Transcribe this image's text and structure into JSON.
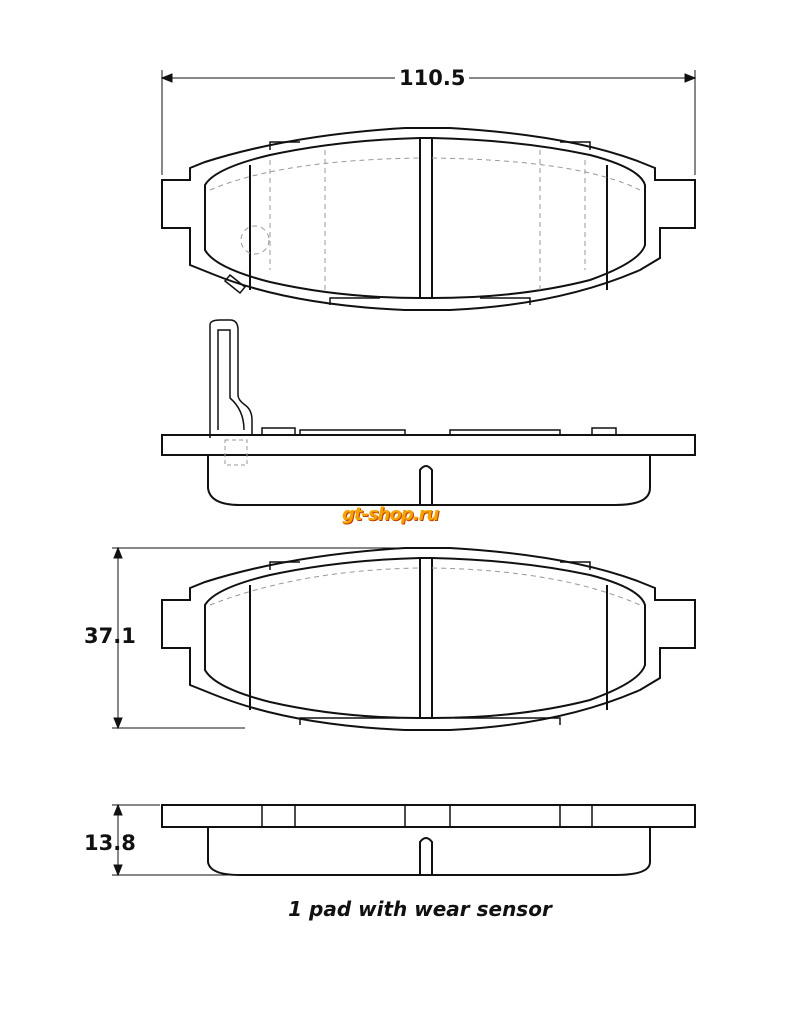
{
  "dimensions": {
    "width": "110.5",
    "height": "37.1",
    "thickness": "13.8"
  },
  "caption": "1 pad with wear sensor",
  "logo_text": "gt-shop.ru",
  "colors": {
    "line": "#111111",
    "dashed": "#999999",
    "logo": "#f5a300"
  }
}
